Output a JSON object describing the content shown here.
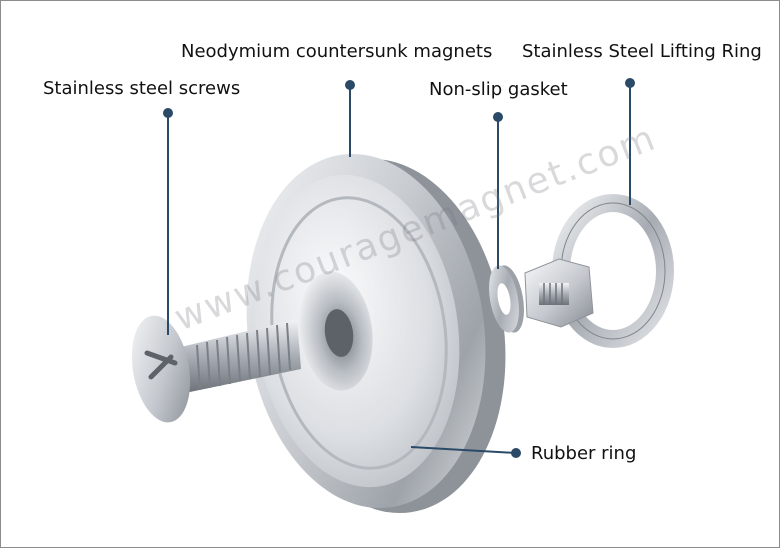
{
  "labels": {
    "screws": "Stainless steel screws",
    "magnets": "Neodymium countersunk magnets",
    "gasket": "Non-slip gasket",
    "lifting_ring": "Stainless Steel Lifting Ring",
    "rubber_ring": "Rubber ring"
  },
  "watermark": "www.couragemagnet.com",
  "colors": {
    "leader_line": "#2a4a68",
    "text": "#111111",
    "steel": "#c8ccd2"
  }
}
